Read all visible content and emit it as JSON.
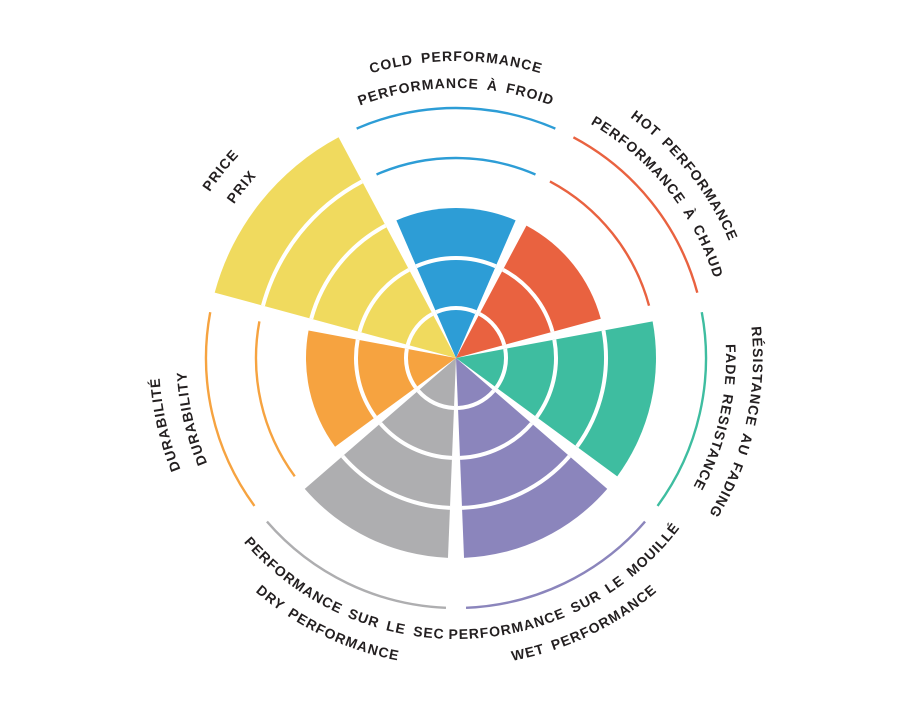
{
  "page": {
    "background": "#ffffff"
  },
  "chart_data": {
    "type": "bar",
    "subtype": "polar-sector-wheel",
    "title": "",
    "max_level": 5,
    "ring_step_levels": [
      1,
      2,
      3,
      4,
      5
    ],
    "text_color": "#231f20",
    "background": "#ffffff",
    "legend": "none",
    "grid": "white ring separators inside filled sectors; thin colored arcs mark unfilled levels",
    "categories": [
      "COLD PERFORMANCE / PERFORMANCE À FROID",
      "HOT PERFORMANCE / PERFORMANCE À CHAUD",
      "RÉSISTANCE AU FADING / FADE RESISTANCE",
      "PERFORMANCE SUR LE MOUILLÉ / WET PERFORMANCE",
      "PERFORMANCE SUR LE SEC / DRY PERFORMANCE",
      "DURABILITÉ / DURABILITY",
      "PRICE / PRIX"
    ],
    "values": [
      3,
      3,
      4,
      4,
      4,
      3,
      5
    ],
    "ylim": [
      0,
      5
    ],
    "sectors": [
      {
        "id": "cold",
        "label_line1": "COLD PERFORMANCE",
        "label_line2": "PERFORMANCE À FROID",
        "value": 3,
        "color": "#2d9dd6"
      },
      {
        "id": "hot",
        "label_line1": "HOT PERFORMANCE",
        "label_line2": "PERFORMANCE À CHAUD",
        "value": 3,
        "color": "#e96240"
      },
      {
        "id": "fade",
        "label_line1": "RÉSISTANCE AU FADING",
        "label_line2": "FADE RESISTANCE",
        "value": 4,
        "color": "#3ebda0"
      },
      {
        "id": "wet",
        "label_line1": "PERFORMANCE SUR LE MOUILLÉ",
        "label_line2": "WET PERFORMANCE",
        "value": 4,
        "color": "#8b85bc"
      },
      {
        "id": "dry",
        "label_line1": "PERFORMANCE SUR LE SEC",
        "label_line2": "DRY PERFORMANCE",
        "value": 4,
        "color": "#aeaeb0"
      },
      {
        "id": "durability",
        "label_line1": "DURABILITÉ",
        "label_line2": "DURABILITY",
        "value": 3,
        "color": "#f6a340"
      },
      {
        "id": "price",
        "label_line1": "PRICE",
        "label_line2": "PRIX",
        "value": 5,
        "color": "#f0da5e"
      }
    ]
  }
}
